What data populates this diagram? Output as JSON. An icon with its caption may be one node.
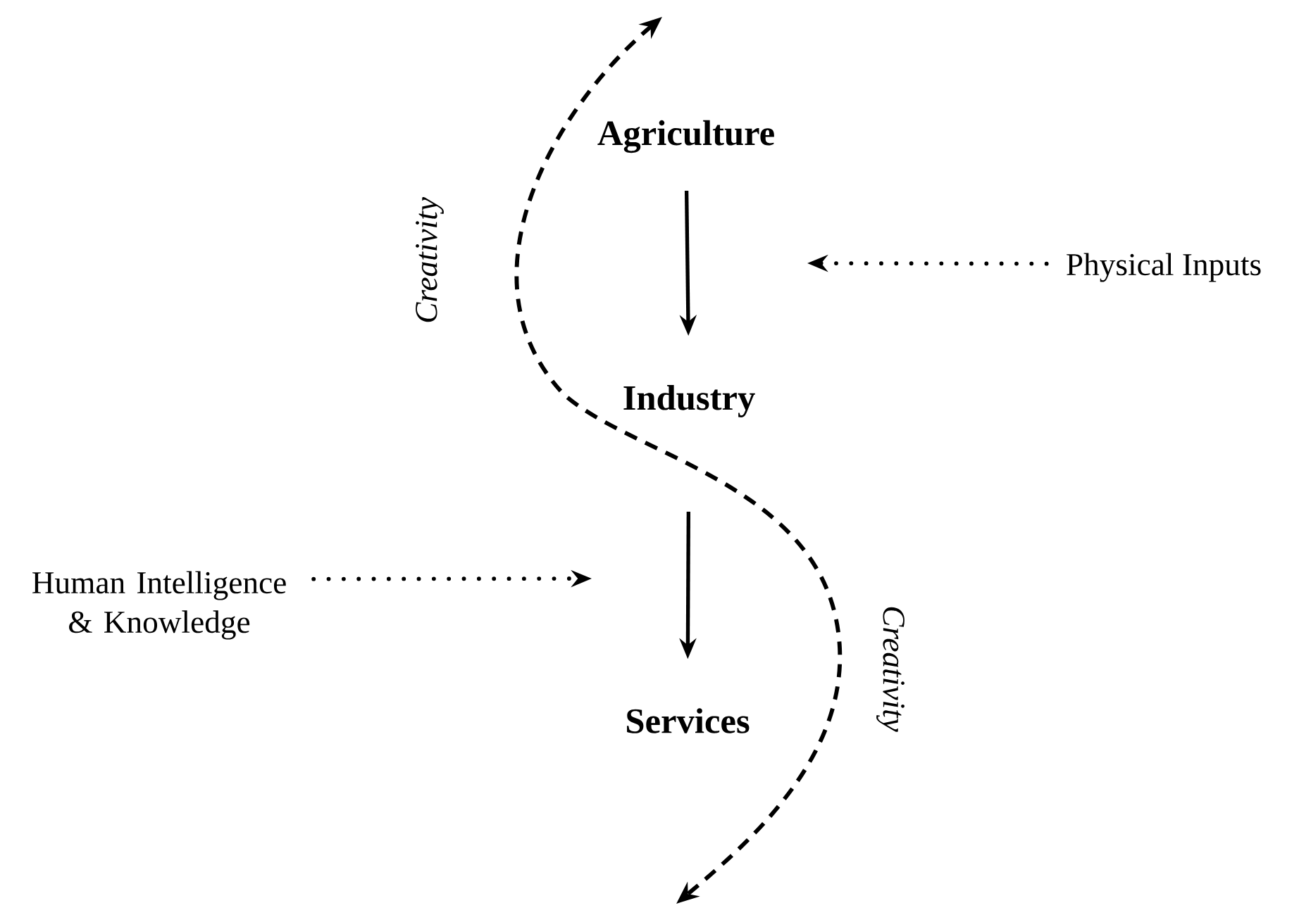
{
  "diagram": {
    "nodes": [
      {
        "text": [
          "Agriculture"
        ]
      },
      {
        "text": [
          "Industry"
        ]
      },
      {
        "text": [
          "Services"
        ]
      },
      {
        "text": [
          "Physical Inputs"
        ]
      },
      {
        "text": [
          "Human Intelligence & Knowledge"
        ]
      }
    ],
    "edges": [
      {
        "from": 0,
        "to": 1,
        "arrow": "to"
      },
      {
        "from": 1,
        "to": 2,
        "arrow": "to"
      },
      {
        "from": 3,
        "to": null,
        "arrow": "to",
        "style": "dashed"
      },
      {
        "from": 4,
        "to": null,
        "arrow": "to",
        "style": "dashed"
      }
    ],
    "labels": [
      "Creativity",
      "Creativity"
    ]
  }
}
